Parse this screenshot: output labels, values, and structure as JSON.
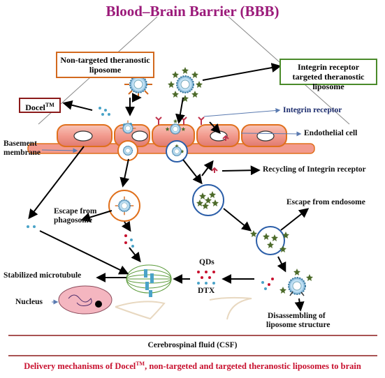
{
  "title": "Blood–Brain Barrier (BBB)",
  "boxes": {
    "non_targeted": "Non-targeted theranostic liposome",
    "integrin_targeted": "Integrin receptor targeted theranostic liposome",
    "docel": "Docel",
    "docel_sup": "TM"
  },
  "labels": {
    "integrin_receptor": "Integrin receptor",
    "endothelial_cell": "Endothelial cell",
    "basement_membrane_1": "Basement",
    "basement_membrane_2": "membrane",
    "recycling": "Recycling of Integrin receptor",
    "escape_endosome": "Escape from endosome",
    "escape_phagosome_1": "Escape from",
    "escape_phagosome_2": "phagosome",
    "qds": "QDs",
    "dtx": "DTX",
    "stabilized_microtubule": "Stabilized microtubule",
    "nucleus": "Nucleus",
    "disassembling_1": "Disassembling of",
    "disassembling_2": "liposome structure",
    "csf": "Cerebrospinal fluid (CSF)"
  },
  "caption": {
    "part1": "Delivery mechanisms of Docel",
    "sup": "TM",
    "part2": ", non-targeted and targeted theranostic liposomes to brain"
  },
  "colors": {
    "title": "#9b1a7a",
    "non_targeted_border": "#d2691e",
    "integrin_border": "#4a8a2a",
    "docel_border": "#8b1a1a",
    "caption": "#c8102e",
    "endothelial_fill": "#f4a6a0",
    "endothelial_border": "#e0701c",
    "csf_line": "#8b1a1a"
  }
}
